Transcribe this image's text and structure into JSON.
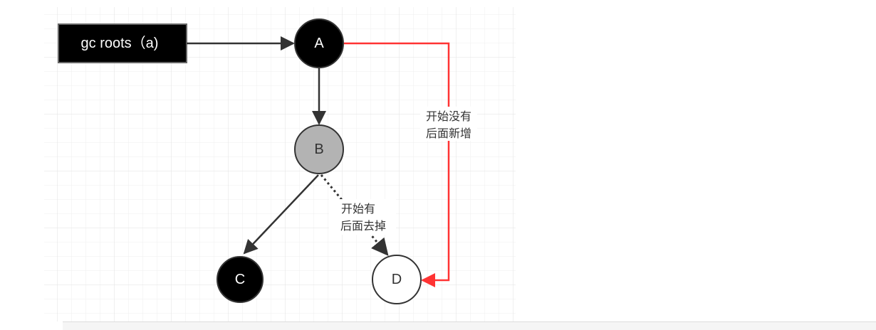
{
  "colors": {
    "grid": "#e8e8e8",
    "black": "#000000",
    "gray_node": "#b3b3b3",
    "edge": "#333333",
    "highlight": "#ff3333"
  },
  "diagram": {
    "root": {
      "label": "gc roots（a)"
    },
    "nodes": {
      "A": {
        "label": "A",
        "fill": "black"
      },
      "B": {
        "label": "B",
        "fill": "gray"
      },
      "C": {
        "label": "C",
        "fill": "black"
      },
      "D": {
        "label": "D",
        "fill": "white"
      }
    },
    "edges": {
      "a_to_d": {
        "line1": "开始没有",
        "line2": "后面新增"
      },
      "b_to_d": {
        "line1": "开始有",
        "line2": "后面去掉"
      }
    }
  }
}
